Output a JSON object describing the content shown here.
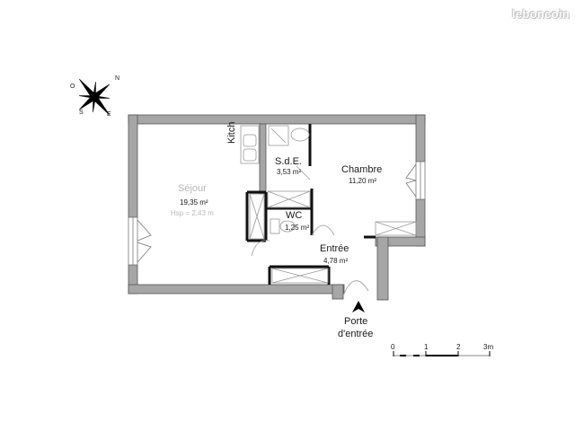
{
  "watermark": "leboncoin",
  "compass": {
    "n": "N",
    "e": "E",
    "s": "S",
    "o": "O"
  },
  "rooms": {
    "sejour": {
      "name": "Séjour",
      "area": "19,35 m²",
      "height": "Hsp = 2,43 m"
    },
    "kitchen": {
      "name": "Kitch"
    },
    "sde": {
      "name": "S.d.E.",
      "area": "3,53 m²"
    },
    "chambre": {
      "name": "Chambre",
      "area": "11,20 m²"
    },
    "wc": {
      "name": "WC",
      "area": "1,25 m²"
    },
    "entree": {
      "name": "Entrée",
      "area": "4,78 m²"
    }
  },
  "entrance": {
    "line1": "Porte",
    "line2": "d'entrée"
  },
  "scale_bar": {
    "ticks": [
      "0",
      "1",
      "2",
      "3m"
    ]
  },
  "colors": {
    "wall": "#a6a6a6",
    "wall_stroke": "#555555",
    "partition": "#111111",
    "fixture": "#9a9a9a"
  }
}
